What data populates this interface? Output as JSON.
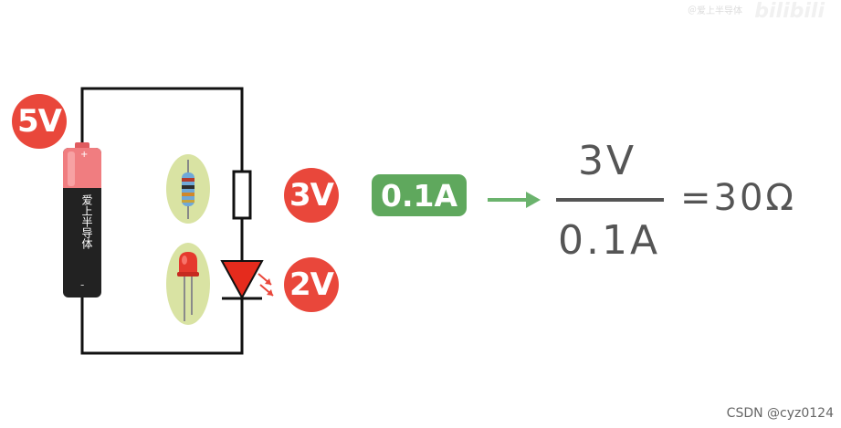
{
  "labels": {
    "battery_voltage": "5V",
    "resistor_voltage": "3V",
    "led_voltage": "2V",
    "current": "0.1A",
    "numerator": "3V",
    "denominator": "0.1A",
    "result": "=30Ω",
    "battery_text": "爱上半导体",
    "battery_plus": "+",
    "battery_minus": "-"
  },
  "watermarks": {
    "top": "bilibili",
    "top_small": "＠爱上半导体",
    "bottom": "CSDN @cyz0124"
  },
  "colors": {
    "red": "#e9473b",
    "green": "#5fa85d",
    "wire": "#111111",
    "leaf": "#d9e3a3"
  }
}
